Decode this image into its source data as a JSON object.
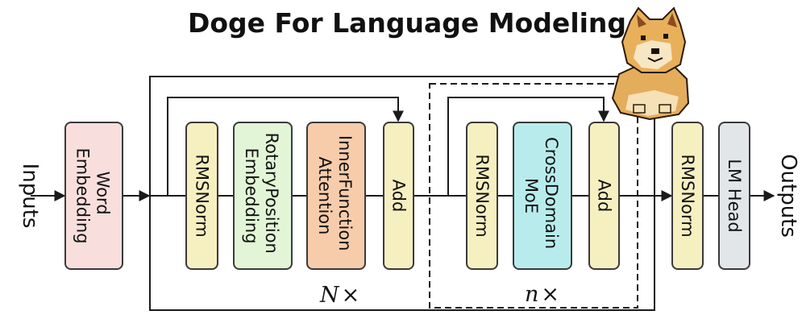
{
  "title": "Doge For Language Modeling",
  "io": {
    "input": "Inputs",
    "output": "Outputs"
  },
  "blocks": {
    "word_embedding": [
      "Word",
      "Embedding"
    ],
    "rmsnorm_1": [
      "RMSNorm"
    ],
    "rotary_embedding": [
      "RotaryPosition",
      "Embedding"
    ],
    "inner_attention": [
      "InnerFunction",
      "Attention"
    ],
    "add_1": [
      "Add"
    ],
    "rmsnorm_2": [
      "RMSNorm"
    ],
    "crossdomain_moe": [
      "CrossDomain",
      "MoE"
    ],
    "add_2": [
      "Add"
    ],
    "rmsnorm_final": [
      "RMSNorm"
    ],
    "lm_head": [
      "LM Head"
    ]
  },
  "repeat": {
    "outer_var": "N",
    "inner_var": "n",
    "times_symbol": "×"
  },
  "colors": {
    "word_embedding": "#f8dedd",
    "rmsnorm": "#f6efc0",
    "rotary": "#e2f5d6",
    "attention": "#f7ccab",
    "add": "#f6efc0",
    "moe": "#b8ecec",
    "lm_head": "#e3e6e9"
  },
  "mascot": "doge-mascot"
}
